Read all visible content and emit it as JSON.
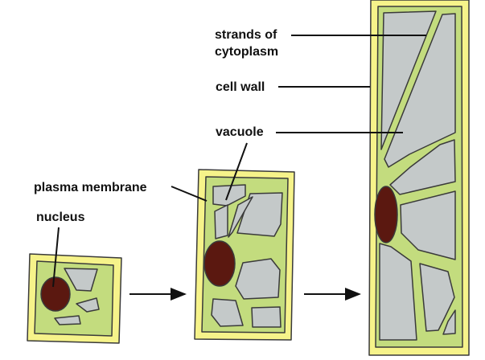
{
  "labels": {
    "strands_line1": "strands of",
    "strands_line2": "cytoplasm",
    "cell_wall": "cell wall",
    "vacuole": "vacuole",
    "plasma_membrane": "plasma membrane",
    "nucleus": "nucleus"
  },
  "colors": {
    "cell_wall_fill": "#f6f38a",
    "cytoplasm_fill": "#c3dc7e",
    "vacuole_fill": "#c4c9c9",
    "nucleus_fill": "#5b1810",
    "outline": "#3a3a3a"
  },
  "stages": [
    "small-cell",
    "medium-cell",
    "elongated-cell"
  ]
}
